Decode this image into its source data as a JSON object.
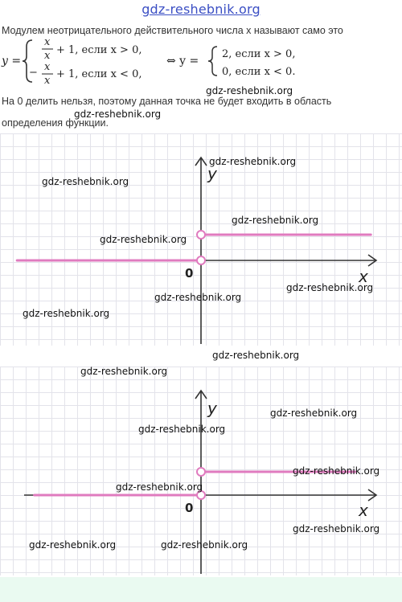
{
  "header": {
    "site_link": "gdz-reshebnik.org"
  },
  "text": {
    "line1": "Модулем неотрицательного действительного числа x называют само это",
    "line3": "На 0 делить нельзя, поэтому данная точка не будет входить в область",
    "line4": "определения функции."
  },
  "formula": {
    "y_eq": "y =",
    "case1_num": "x",
    "case1_den": "x",
    "case1_rest": "+ 1,  если x > 0,",
    "case2_sign": "−",
    "case2_num": "x",
    "case2_den": "x",
    "case2_rest": "+ 1,  если x < 0,",
    "equiv": "⇔ y =",
    "res1": "2,  если x > 0,",
    "res2": "0,  если x < 0."
  },
  "watermark": "gdz-reshebnik.org",
  "graphs": [
    {
      "x_label": "x",
      "y_label": "y",
      "origin": "0"
    },
    {
      "x_label": "x",
      "y_label": "y",
      "origin": "0"
    }
  ],
  "chart_data": [
    {
      "type": "line",
      "series": [
        {
          "x": [
            -6.5,
            0
          ],
          "y": [
            0,
            0
          ]
        },
        {
          "x": [
            0,
            6
          ],
          "y": [
            2,
            2
          ]
        }
      ],
      "open_points": [
        [
          0,
          0
        ],
        [
          0,
          2
        ]
      ],
      "xlim": [
        -7,
        7
      ],
      "ylim": [
        -4,
        4
      ],
      "grid": true,
      "color": "#e07bbf"
    },
    {
      "type": "line",
      "series": [
        {
          "x": [
            -6.5,
            0
          ],
          "y": [
            0,
            0
          ]
        },
        {
          "x": [
            0,
            6
          ],
          "y": [
            2,
            2
          ]
        }
      ],
      "open_points": [
        [
          0,
          0
        ],
        [
          0,
          2
        ]
      ],
      "xlim": [
        -7,
        7
      ],
      "ylim": [
        -3,
        4
      ],
      "grid": true,
      "color": "#e07bbf"
    }
  ],
  "colors": {
    "accent": "#e07bbf",
    "link": "#3b4fc4",
    "footer": "#eafaf1"
  }
}
